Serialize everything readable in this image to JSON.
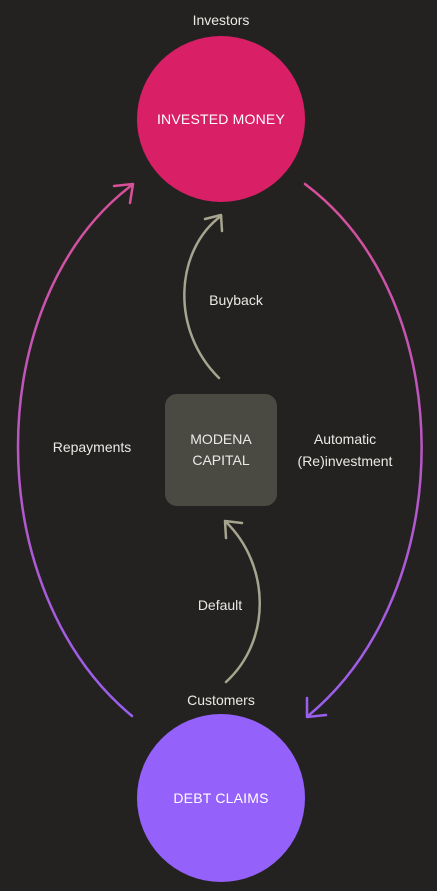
{
  "nodes": {
    "investors_label": "Investors",
    "invested_money": "INVESTED MONEY",
    "modena_capital_line1": "MODENA",
    "modena_capital_line2": "CAPITAL",
    "customers_label": "Customers",
    "debt_claims": "DEBT CLAIMS"
  },
  "edges": {
    "buyback": "Buyback",
    "default": "Default",
    "repayments": "Repayments",
    "reinvestment_line1": "Automatic",
    "reinvestment_line2": "(Re)investment"
  },
  "colors": {
    "background": "#232221",
    "invested_money": "#d91f66",
    "debt_claims": "#9461fa",
    "modena_box": "#4b4a42",
    "inner_arrow": "#a6a58e",
    "outer_gradient_pink": "#d94f9a",
    "outer_gradient_purple": "#9b5ff0"
  }
}
